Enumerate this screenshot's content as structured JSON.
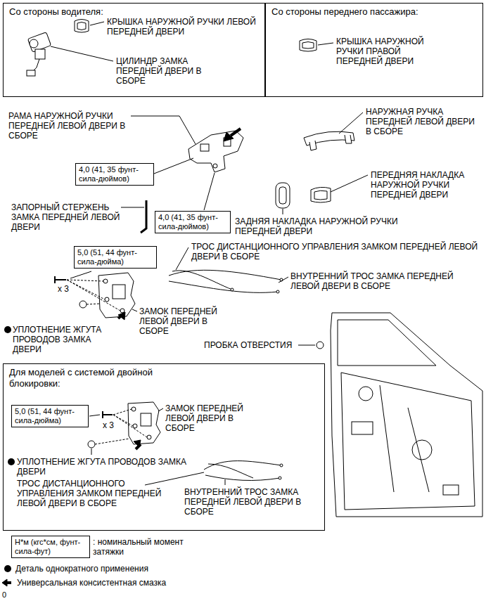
{
  "diagram": {
    "nodes": [
      {
        "text": [
          "Со стороны водителя:"
        ]
      },
      {
        "text": [
          "Со стороны переднего пассажира:"
        ]
      },
      {
        "text": [
          "4,0 (41, 35 фунт-сила-дюймов)"
        ]
      },
      {
        "text": [
          "4,0 (41, 35 фунт-сила-дюймов)"
        ]
      },
      {
        "text": [
          "5,0 (51, 44 фунт-сила-дюйма)"
        ]
      },
      {
        "text": [
          "Для моделей с системой двойной блокировки:"
        ]
      },
      {
        "text": [
          "5,0 (51, 44 фунт-сила-дюйма)"
        ],
        "in": 5
      },
      {
        "text": [
          "Н*м (кгс*см, фунт-сила-фут)"
        ]
      }
    ],
    "labels": [
      "КРЫШКА НАРУЖНОЙ РУЧКИ ЛЕВОЙ ПЕРЕДНЕЙ ДВЕРИ",
      "ЦИЛИНДР ЗАМКА ПЕРЕДНЕЙ ДВЕРИ В СБОРЕ",
      "КРЫШКА НАРУЖНОЙ РУЧКИ ПРАВОЙ ПЕРЕДНЕЙ ДВЕРИ",
      "РАМА НАРУЖНОЙ РУЧКИ ПЕРЕДНЕЙ ЛЕВОЙ ДВЕРИ В СБОРЕ",
      "НАРУЖНАЯ РУЧКА ПЕРЕДНЕЙ ЛЕВОЙ ДВЕРИ В СБОРЕ",
      "ПЕРЕДНЯЯ НАКЛАДКА НАРУЖНОЙ РУЧКИ ПЕРЕДНЕЙ ДВЕРИ",
      "ЗАПОРНЫЙ СТЕРЖЕНЬ ЗАМКА ПЕРЕДНЕЙ ЛЕВОЙ ДВЕРИ",
      "ЗАДНЯЯ НАКЛАДКА НАРУЖНОЙ РУЧКИ ПЕРЕДНЕЙ ДВЕРИ",
      "ТРОС ДИСТАНЦИОННОГО УПРАВЛЕНИЯ ЗАМКОМ ПЕРЕДНЕЙ ЛЕВОЙ ДВЕРИ В СБОРЕ",
      "ВНУТРЕННИЙ ТРОС ЗАМКА ПЕРЕДНЕЙ ЛЕВОЙ ДВЕРИ В СБОРЕ",
      "x 3",
      "ЗАМОК ПЕРЕДНЕЙ ЛЕВОЙ ДВЕРИ В СБОРЕ",
      "УПЛОТНЕНИЕ ЖГУТА ПРОВОДОВ ЗАМКА ДВЕРИ",
      "ПРОБКА ОТВЕРСТИЯ",
      "x 3",
      "ЗАМОК ПЕРЕДНЕЙ ЛЕВОЙ ДВЕРИ В СБОРЕ",
      "УПЛОТНЕНИЕ ЖГУТА ПРОВОДОВ ЗАМКА ДВЕРИ",
      "ТРОС ДИСТАНЦИОННОГО УПРАВЛЕНИЯ ЗАМКОМ ПЕРЕДНЕЙ ЛЕВОЙ ДВЕРИ В СБОРЕ",
      "ВНУТРЕННИЙ ТРОС ЗАМКА ПЕРЕДНЕЙ ЛЕВОЙ ДВЕРИ В СБОРЕ",
      ": номинальный момент затяжки",
      "0"
    ],
    "legend": [
      {
        "text": "Деталь однократного применения"
      },
      {
        "text": "Универсальная консистентная смазка"
      }
    ]
  }
}
